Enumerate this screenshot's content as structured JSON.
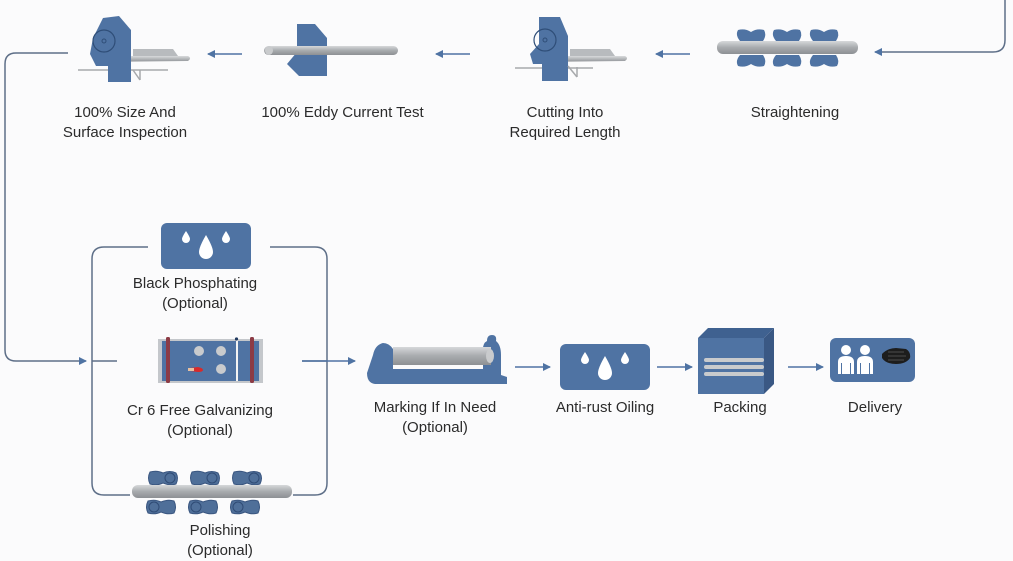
{
  "diagram": {
    "colors": {
      "primary": "#4f73a3",
      "connector": "#5e6f88",
      "steel": "#a9adb1",
      "accent_red": "#8c3b45",
      "background": "#fbfbfc"
    },
    "steps": {
      "straightening": {
        "label": "Straightening",
        "icon": "straightening-rollers-icon"
      },
      "cutting": {
        "line1": "Cutting Into",
        "line2": "Required Length",
        "icon": "cutting-machine-icon"
      },
      "eddy": {
        "label": "100% Eddy Current Test",
        "icon": "eddy-current-tester-icon"
      },
      "inspection": {
        "line1": "100% Size And",
        "line2": "Surface Inspection",
        "icon": "inspection-machine-icon"
      },
      "black_phosphating": {
        "line1": "Black Phosphating",
        "line2": "(Optional)",
        "icon": "water-drops-icon"
      },
      "galvanizing": {
        "line1": "Cr 6 Free Galvanizing",
        "line2": "(Optional)",
        "icon": "galvanizing-tank-icon"
      },
      "polishing": {
        "line1": "Polishing",
        "line2": "(Optional)",
        "icon": "polishing-rollers-icon"
      },
      "marking": {
        "line1": "Marking If In Need",
        "line2": "(Optional)",
        "icon": "marking-machine-icon"
      },
      "oiling": {
        "label": "Anti-rust Oiling",
        "icon": "oil-drops-icon"
      },
      "packing": {
        "label": "Packing",
        "icon": "package-box-icon"
      },
      "delivery": {
        "label": "Delivery",
        "icon": "people-truck-icon"
      }
    }
  }
}
